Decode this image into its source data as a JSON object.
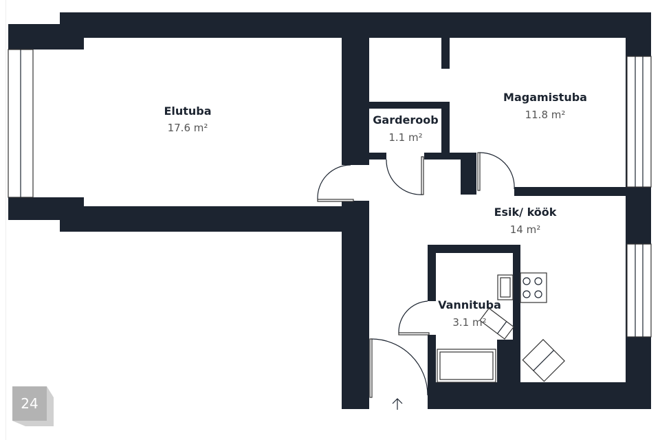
{
  "rooms": [
    {
      "name": "Elutuba",
      "area": "17.6 m²"
    },
    {
      "name": "Garderoob",
      "area": "1.1 m²"
    },
    {
      "name": "Magamistuba",
      "area": "11.8 m²"
    },
    {
      "name": "Esik/ köök",
      "area": "14 m²"
    },
    {
      "name": "Vannituba",
      "area": "3.1 m²"
    }
  ],
  "badge": "24",
  "colors": {
    "wall": "#1c2430",
    "badge": "#b3b3b3"
  }
}
